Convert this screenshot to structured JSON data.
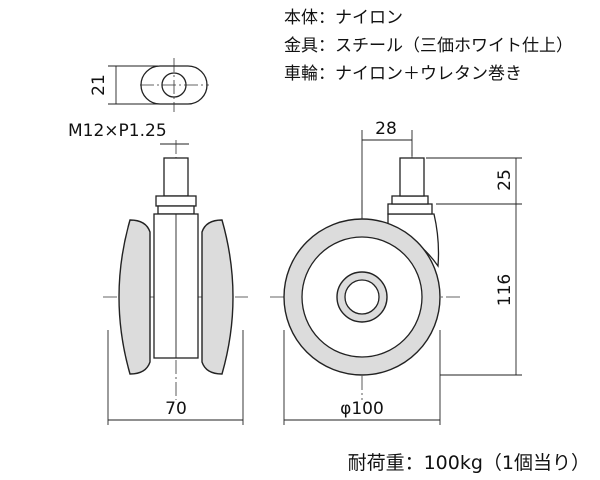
{
  "specs": {
    "body": "本体：ナイロン",
    "fitting": "金具：スチール（三価ホワイト仕上）",
    "wheel": "車輪：ナイロン＋ウレタン巻き"
  },
  "dimensions": {
    "nut_height": "21",
    "thread": "M12×P1.25",
    "wheel_width": "70",
    "offset": "28",
    "stem_length": "25",
    "total_height": "116",
    "diameter": "φ100"
  },
  "load": "耐荷重：100kg（1個当り）"
}
